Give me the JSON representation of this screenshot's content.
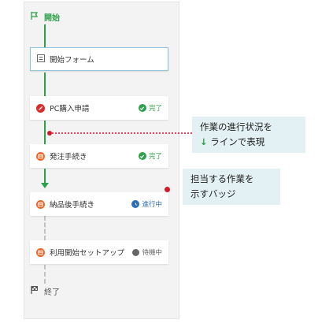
{
  "workflow": {
    "start_label": "開始",
    "end_label": "終了",
    "steps": [
      {
        "label": "開始フォーム",
        "icon": "form-icon",
        "status": ""
      },
      {
        "label": "PC購入申請",
        "icon": "request-icon",
        "status": "完了"
      },
      {
        "label": "発注手続き",
        "icon": "procedure-icon",
        "status": "完了"
      },
      {
        "label": "納品後手続き",
        "icon": "procedure-icon",
        "status": "進行中"
      },
      {
        "label": "利用開始セットアップ",
        "icon": "procedure-icon",
        "status": "待機中"
      }
    ]
  },
  "annotations": {
    "progress_line_line1": "作業の進行状況を",
    "progress_line_arrow": "↓",
    "progress_line_line2": " ラインで表現",
    "badge_line1": "担当する作業を",
    "badge_line2": "示すバッジ"
  },
  "colors": {
    "accent_green": "#2da14a",
    "in_progress_blue": "#2b6fb6",
    "waiting_gray": "#666666",
    "badge_red": "#d11a2a",
    "callout_bg": "#e3f1f4",
    "step_icon_orange": "#e8692a",
    "request_icon_red": "#d92d2d"
  }
}
